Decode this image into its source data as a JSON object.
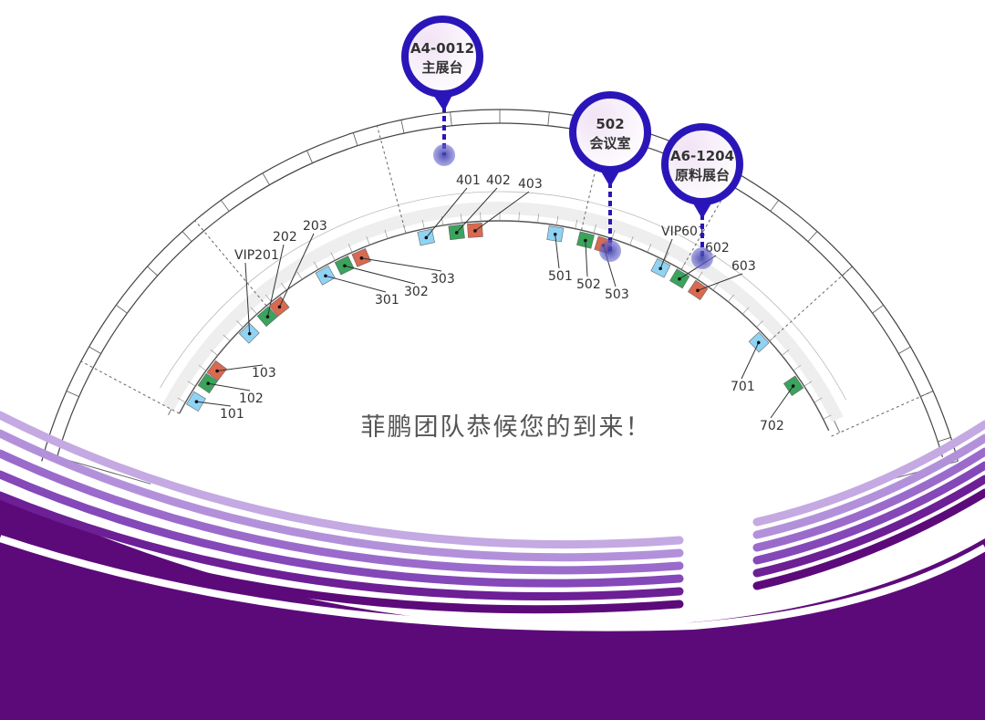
{
  "pins": [
    {
      "code": "A4-0012",
      "name": "主展台"
    },
    {
      "code": "502",
      "name": "会议室"
    },
    {
      "code": "A6-1204",
      "name": "原料展台"
    }
  ],
  "booths": [
    {
      "label": "101",
      "type": "blue"
    },
    {
      "label": "102",
      "type": "green"
    },
    {
      "label": "103",
      "type": "red"
    },
    {
      "label": "VIP201",
      "type": "blue"
    },
    {
      "label": "202",
      "type": "green"
    },
    {
      "label": "203",
      "type": "red"
    },
    {
      "label": "301",
      "type": "blue"
    },
    {
      "label": "302",
      "type": "green"
    },
    {
      "label": "303",
      "type": "red"
    },
    {
      "label": "401",
      "type": "blue"
    },
    {
      "label": "402",
      "type": "green"
    },
    {
      "label": "403",
      "type": "red"
    },
    {
      "label": "501",
      "type": "blue"
    },
    {
      "label": "502",
      "type": "green"
    },
    {
      "label": "503",
      "type": "red"
    },
    {
      "label": "VIP601",
      "type": "blue"
    },
    {
      "label": "602",
      "type": "green"
    },
    {
      "label": "603",
      "type": "red"
    },
    {
      "label": "701",
      "type": "blue"
    },
    {
      "label": "702",
      "type": "green"
    }
  ],
  "colors": {
    "blue": "#8fd3f4",
    "green": "#3aa35c",
    "red": "#d9694f",
    "pin": "#2a16b8",
    "purple": "#5c0a7a",
    "lavender": "#b79ad9"
  },
  "slogan": "菲鹏团队恭候您的到来！"
}
